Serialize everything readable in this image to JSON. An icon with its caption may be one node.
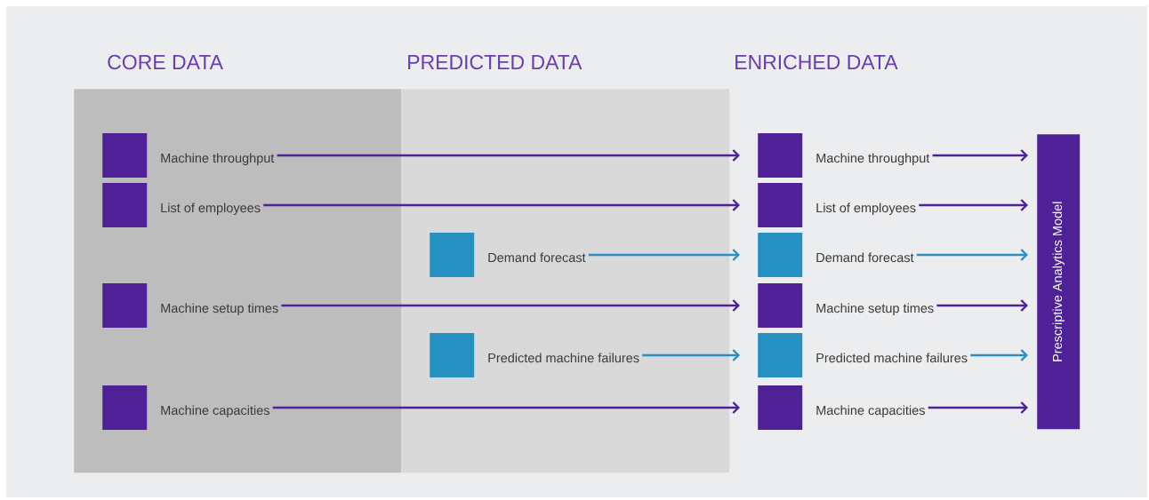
{
  "diagram": {
    "nodes": [
      {
        "text": [
          "CORE DATA"
        ]
      },
      {
        "text": [
          "PREDICTED DATA"
        ]
      },
      {
        "text": [
          "Machine throughput"
        ],
        "in": 0
      },
      {
        "text": [
          "List of employees"
        ],
        "in": 0
      },
      {
        "text": [
          "Machine setup times"
        ],
        "in": 0
      },
      {
        "text": [
          "Machine capacities"
        ],
        "in": 0
      },
      {
        "text": [
          "Demand forecast"
        ],
        "in": 1
      },
      {
        "text": [
          "Predicted machine failures"
        ],
        "in": 1
      },
      {
        "text": [
          "Machine throughput"
        ]
      },
      {
        "text": [
          "List of employees"
        ]
      },
      {
        "text": [
          "Demand forecast"
        ]
      },
      {
        "text": [
          "Machine setup times"
        ]
      },
      {
        "text": [
          "Predicted machine failures"
        ]
      },
      {
        "text": [
          "Machine capacities"
        ]
      },
      {
        "text": [
          "Prescriptive Analytics Model"
        ]
      }
    ],
    "edges": [
      {
        "from": 2,
        "to": 8,
        "arrow": "to"
      },
      {
        "from": 3,
        "to": 9,
        "arrow": "to"
      },
      {
        "from": 6,
        "to": 10,
        "arrow": "to",
        "color": "#2b8fc3"
      },
      {
        "from": 4,
        "to": 11,
        "arrow": "to"
      },
      {
        "from": 7,
        "to": 12,
        "arrow": "to",
        "color": "#2b8fc3"
      },
      {
        "from": 5,
        "to": 13,
        "arrow": "to"
      },
      {
        "from": 8,
        "to": 14,
        "arrow": "to"
      },
      {
        "from": 9,
        "to": 14,
        "arrow": "to"
      },
      {
        "from": 10,
        "to": 14,
        "arrow": "to",
        "color": "#2b8fc3"
      },
      {
        "from": 11,
        "to": 14,
        "arrow": "to"
      },
      {
        "from": 12,
        "to": 14,
        "arrow": "to",
        "color": "#2b8fc3"
      },
      {
        "from": 13,
        "to": 14,
        "arrow": "to"
      }
    ],
    "labels": [
      "ENRICHED DATA"
    ]
  }
}
